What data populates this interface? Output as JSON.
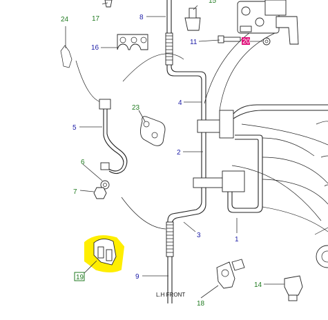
{
  "labels": {
    "l1": "1",
    "l2": "2",
    "l3": "3",
    "l4": "4",
    "l5": "5",
    "l6": "6",
    "l7": "7",
    "l8": "8",
    "l9": "9",
    "l11": "11",
    "l14": "14",
    "l16": "16",
    "l17": "17",
    "l18": "18",
    "l19": "19",
    "l20": "20",
    "l23": "23",
    "l24": "24",
    "l15": "15"
  },
  "caption": "L.H FRONT",
  "colors": {
    "callout_blue": "#1a1aa6",
    "callout_green": "#1f7a1f",
    "highlight": "#ffee00",
    "tag_magenta": "#e0107a"
  }
}
